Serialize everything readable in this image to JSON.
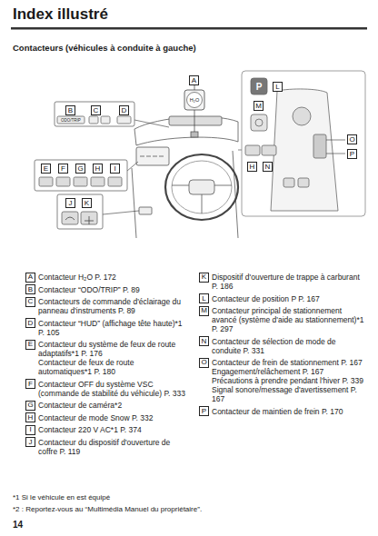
{
  "diagram": {
    "title": "Index illustré",
    "nodes": [
      {
        "text": [
          "A"
        ]
      },
      {
        "text": [
          "B"
        ]
      },
      {
        "text": [
          "C"
        ]
      },
      {
        "text": [
          "D"
        ]
      },
      {
        "text": [
          "E"
        ]
      },
      {
        "text": [
          "F"
        ]
      },
      {
        "text": [
          "G"
        ]
      },
      {
        "text": [
          "H"
        ]
      },
      {
        "text": [
          "I"
        ]
      },
      {
        "text": [
          "J"
        ]
      },
      {
        "text": [
          "K"
        ]
      },
      {
        "text": [
          "L"
        ]
      },
      {
        "text": [
          "M"
        ]
      },
      {
        "text": [
          "H"
        ]
      },
      {
        "text": [
          "N"
        ]
      },
      {
        "text": [
          "O"
        ]
      },
      {
        "text": [
          "P"
        ]
      },
      {
        "text": [
          "A"
        ]
      },
      {
        "text": [
          "B"
        ]
      },
      {
        "text": [
          "C"
        ]
      },
      {
        "text": [
          "D"
        ]
      },
      {
        "text": [
          "E"
        ]
      },
      {
        "text": [
          "F"
        ]
      },
      {
        "text": [
          "G"
        ]
      },
      {
        "text": [
          "H"
        ]
      },
      {
        "text": [
          "I"
        ]
      },
      {
        "text": [
          "J"
        ]
      },
      {
        "text": [
          "K"
        ]
      },
      {
        "text": [
          "L"
        ]
      },
      {
        "text": [
          "M"
        ]
      },
      {
        "text": [
          "N"
        ]
      },
      {
        "text": [
          "O"
        ]
      },
      {
        "text": [
          "P"
        ]
      }
    ],
    "labels": [
      "Contacteurs (véhicules à conduite à gauche)",
      "H₂O",
      "ODO/TRIP",
      "P",
      "Contacteur H₂O P. 172",
      "Contacteur “ODO/TRIP” P. 89",
      "Contacteurs de commande d'éclairage du panneau d'instruments P. 89",
      "Contacteur “HUD” (affichage tête haute)*1 P. 105",
      "Contacteur du système de feux de route adaptatifs*1 P. 176",
      "Contacteur de feux de route automatiques*1 P. 180",
      "Contacteur OFF du système VSC (commande de stabilité du véhicule) P. 333",
      "Contacteur de caméra*2",
      "Contacteur de mode Snow P. 332",
      "Contacteur 220 V AC*1 P. 374",
      "Contacteur du dispositif d'ouverture de coffre P. 119",
      "Dispositif d'ouverture de trappe à carburant P. 186",
      "Contacteur de position P P. 167",
      "Contacteur principal de stationnement avancé (système d'aide au stationnement)*1 P. 297",
      "Contacteur de sélection de mode de conduite P. 331",
      "Contacteur de frein de stationnement P. 167",
      "Engagement/relâchement P. 167",
      "Précautions à prendre pendant l'hiver P. 339",
      "Signal sonore/message d'avertissement P. 167",
      "Contacteur de maintien de frein P. 170",
      "*1 Si le véhicule en est équipé",
      "*2 : Reportez-vous au “Multimédia Manuel du propriétaire”.",
      "14"
    ]
  }
}
